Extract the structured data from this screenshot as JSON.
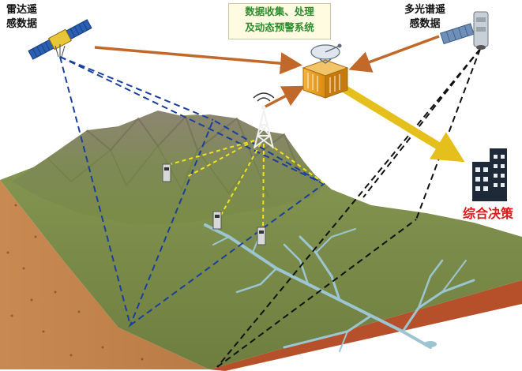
{
  "labels": {
    "radar_line1": "雷达遥",
    "radar_line2": "感数据",
    "multispectral_line1": "多光谱遥",
    "multispectral_line2": "感数据",
    "center_line1": "数据收集、处理",
    "center_line2": "及动态预警系统",
    "decision": "综合决策"
  },
  "colors": {
    "flow_arrow": "#c0692a",
    "yellow_arrow": "#e5bf1c",
    "radar_coverage": "#1a3f9c",
    "multispectral_coverage": "#111111",
    "sensor_links": "#f2e21a",
    "decision_text": "#e01919",
    "center_text": "#2e8b2e"
  },
  "icons": [
    "radar-satellite-icon",
    "multispectral-satellite-icon",
    "server-dish-icon",
    "signal-tower-icon",
    "ground-sensor-icon",
    "building-icon"
  ]
}
